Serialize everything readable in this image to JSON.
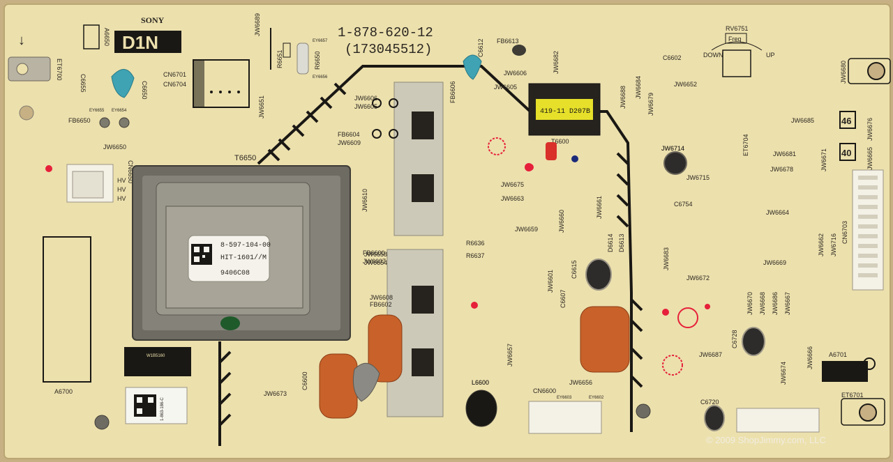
{
  "board": {
    "brand": "SONY",
    "model": "D1N",
    "part_number": "1-878-620-12",
    "part_code": "(173045512)",
    "copyright": "© 2009 ShopJimmy.com, LLC"
  },
  "transformer": {
    "ref": "T6650",
    "label_line1": "8-597-104-00",
    "label_line2": "HIT-1601//M",
    "label_line3": "9406C08"
  },
  "flyback": {
    "ref": "T6600",
    "label": "419-11 D207B"
  },
  "connectors": {
    "cn6701": "CN6701",
    "cn6704": "CN6704",
    "cn6600": "CN6600",
    "cn6650": "CN6650",
    "cn6703": "CN6703",
    "a6650": "A6650",
    "a6700": "A6700",
    "a6701": "A6701"
  },
  "trim": {
    "ref": "RV6751",
    "name": "Freq",
    "down": "DOWN",
    "up": "UP"
  },
  "silkscreen": [
    "ET6700",
    "C6655",
    "C6650",
    "EY6655",
    "EY6654",
    "FB6650",
    "JW6650",
    "JW6689",
    "R6651",
    "R6650",
    "EY6657",
    "EY6656",
    "JW6651",
    "C6612",
    "FB6613",
    "JW6682",
    "JW6606",
    "JW6605",
    "FB6604",
    "JW6609",
    "FB6606",
    "JW6610",
    "C6602",
    "JW6652",
    "JW6688",
    "JW6684",
    "JW6679",
    "JW6680",
    "JW6685",
    "ET6704",
    "JW6681",
    "JW6678",
    "JW6671",
    "JW6665",
    "JW6676",
    "JW6714",
    "JW6715",
    "C6754",
    "JW6664",
    "JW6662",
    "JW6716",
    "JW6675",
    "JW6663",
    "JW6659",
    "JW6660",
    "JW6661",
    "D6614",
    "D6613",
    "R6636",
    "R6637",
    "JW6658",
    "JW6654",
    "FB6600",
    "JW6607",
    "JW6608",
    "FB6602",
    "JW6683",
    "JW6669",
    "JW6672",
    "C6615",
    "JW6601",
    "C6607",
    "JW6670",
    "JW6668",
    "JW6686",
    "JW6667",
    "C6728",
    "JW6666",
    "JW6687",
    "JW6674",
    "C6600",
    "L6600",
    "JW6657",
    "JW6656",
    "JW6673",
    "C6720",
    "ET6701",
    "EY6603",
    "EY6602",
    "HV"
  ],
  "side_numbers": {
    "a": "46",
    "b": "40"
  },
  "stickers": {
    "left_top": "W1B5160",
    "left_bottom": "1-863-186-C"
  }
}
